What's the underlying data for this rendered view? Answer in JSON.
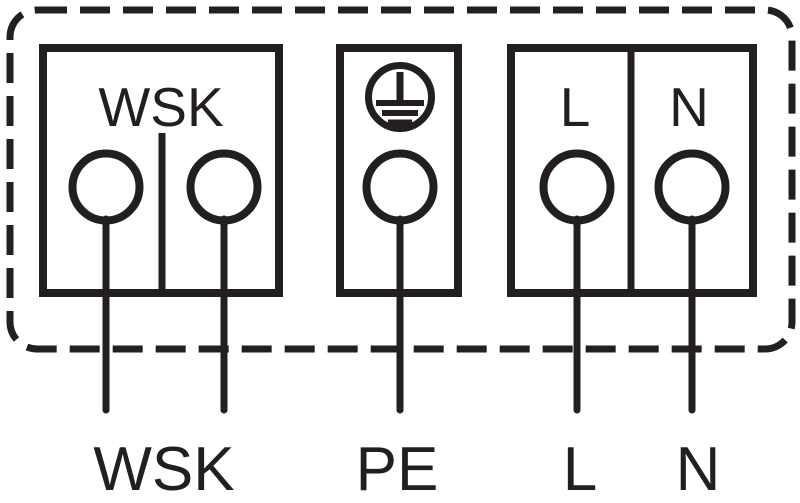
{
  "colors": {
    "line": "#231f20",
    "background": "#ffffff"
  },
  "blocks": {
    "wsk": {
      "label": "WSK"
    },
    "ln": {
      "l_label": "L",
      "n_label": "N"
    }
  },
  "wire_labels": {
    "wsk": "WSK",
    "pe": "PE",
    "l": "L",
    "n": "N"
  }
}
